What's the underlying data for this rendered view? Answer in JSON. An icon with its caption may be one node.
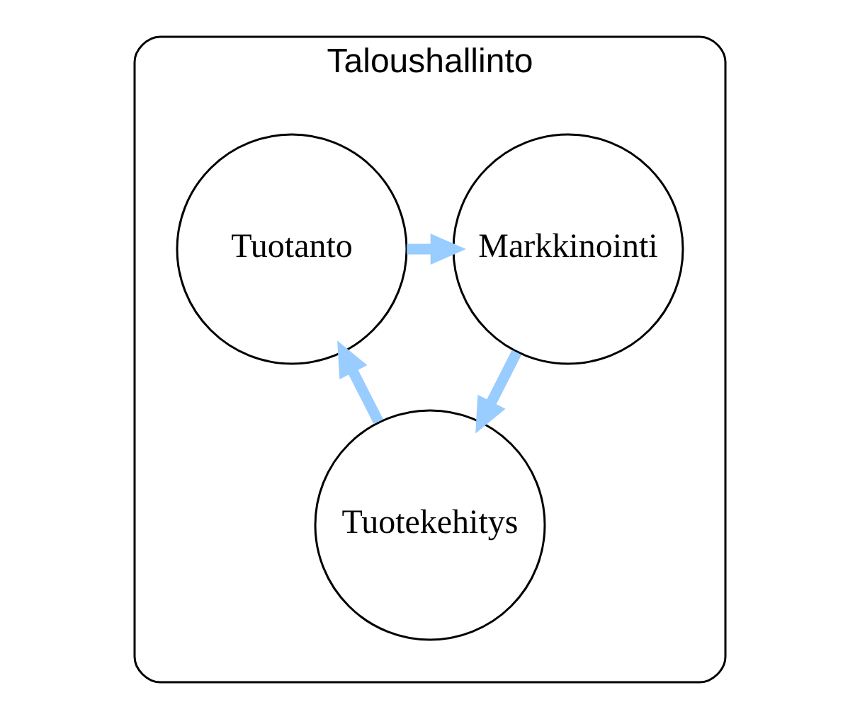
{
  "diagram": {
    "nodes": [
      {
        "text": [
          "Taloushallinto"
        ]
      },
      {
        "text": [
          "Tuotanto"
        ],
        "in": 0
      },
      {
        "text": [
          "Markkinointi"
        ],
        "in": 0
      },
      {
        "text": [
          "Tuotekehitys"
        ],
        "in": 0
      }
    ],
    "edges": [
      {
        "from": 1,
        "to": 2,
        "arrow": "to"
      },
      {
        "from": 2,
        "to": 3,
        "arrow": "to"
      },
      {
        "from": 3,
        "to": 1,
        "arrow": "to"
      }
    ]
  }
}
